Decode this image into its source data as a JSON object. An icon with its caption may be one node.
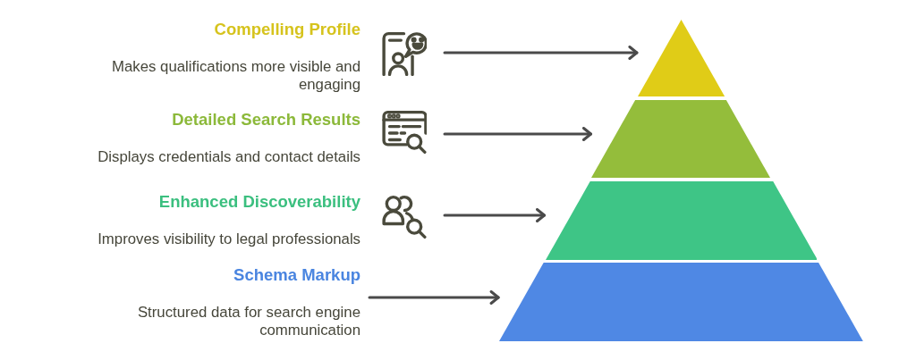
{
  "diagram": {
    "nodes": [
      {
        "text": [
          "Compelling Profile",
          "Makes qualifications more visible and engaging"
        ]
      },
      {
        "text": [],
        "shape": "triangle"
      },
      {
        "text": [
          "Detailed Search Results",
          "Displays credentials and contact details"
        ]
      },
      {
        "text": [],
        "shape": "trapezoid"
      },
      {
        "text": [
          "Enhanced Discoverability",
          "Improves visibility to legal professionals"
        ]
      },
      {
        "text": [],
        "shape": "trapezoid"
      },
      {
        "text": [
          "Schema Markup",
          "Structured data for search engine communication"
        ]
      },
      {
        "text": [],
        "shape": "trapezoid"
      }
    ],
    "edges": [
      {
        "from": 0,
        "to": 1,
        "arrow": "to"
      },
      {
        "from": 2,
        "to": 3,
        "arrow": "to"
      },
      {
        "from": 4,
        "to": 5,
        "arrow": "to"
      },
      {
        "from": 6,
        "to": 7,
        "arrow": "to"
      }
    ]
  }
}
